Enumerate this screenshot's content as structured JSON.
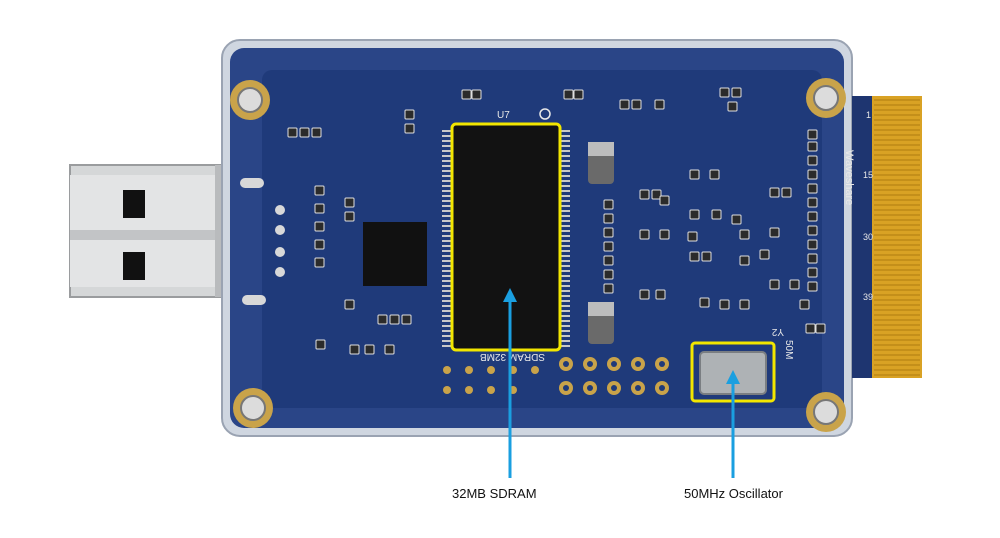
{
  "figure": {
    "colors": {
      "background": "#ffffff",
      "pcb": "#1f3a7a",
      "pcb_dark": "#132a5e",
      "highlight": "#f2e600",
      "callout": "#1a9fe0",
      "gold": "#d9a224"
    },
    "silkscreen": {
      "chip_ref": "U7",
      "circle_mark": "O",
      "sdram_text": "SDRAM 32MB",
      "osc_ref": "Y2",
      "osc_freq": "50M",
      "logo_text": "Waveshare",
      "edge_marks": [
        "1",
        "15",
        "30",
        "39"
      ]
    },
    "callouts": [
      {
        "id": "sdram",
        "label": "32MB SDRAM"
      },
      {
        "id": "osc",
        "label": "50MHz Oscillator"
      }
    ]
  }
}
